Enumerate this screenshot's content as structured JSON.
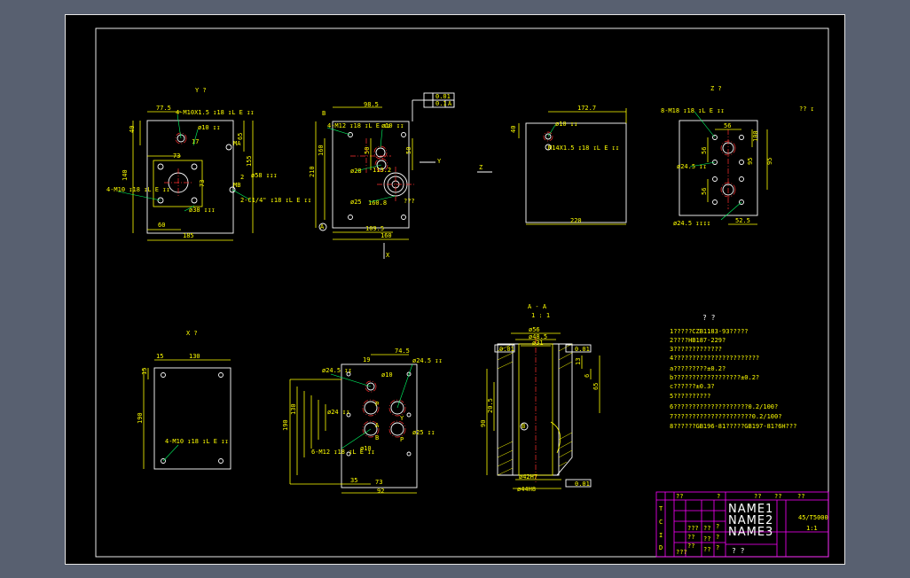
{
  "views": {
    "view_y_title": "Y ?",
    "view_z_title": "Z ?",
    "view_x_title": "X ?",
    "section_title": "A - A",
    "section_scale": "1 : 1",
    "view_y": {
      "dims": [
        "77.5",
        "40",
        "140",
        "73",
        "73",
        "60",
        "185",
        "65",
        "155",
        "17",
        "2"
      ],
      "notes": [
        "4-M10X1.5 ↧18 ↧L E ↧↧",
        "ø10 ↧↧",
        "4-M10 ↧18 ↧L E ↧↧",
        "ø38 ↧↧↧",
        "2-C1/4\" ↧18 ↧L E ↧↧",
        "ø58 ↧↧↧",
        "MA",
        "MB"
      ]
    },
    "view_front": {
      "dims": [
        "98.5",
        "210",
        "160",
        "50",
        "50",
        "109.5",
        "160",
        "113.2",
        "160.8"
      ],
      "notes": [
        "4-M12 ↧18 ↧L E ↧↧",
        "ø10 ↧↧",
        "ø28",
        "ø25",
        "???",
        "0.01",
        "0.1",
        "A",
        "X",
        "Y",
        "Z"
      ]
    },
    "view_z": {
      "dims": [
        "172.7",
        "40",
        "220"
      ],
      "notes": [
        "ø10 ↧↧",
        "M14X1.5 ↧18 ↧L E ↧↧"
      ]
    },
    "view_right": {
      "dims": [
        "56",
        "56",
        "56",
        "100",
        "95",
        "95",
        "52.5"
      ],
      "notes": [
        "8-M18 ↧18 ↧L E ↧↧",
        "ø24.5 ↧↧",
        "ø24.5 ↧↧↧↧",
        "?? ↧"
      ]
    },
    "view_x": {
      "dims": [
        "15",
        "130",
        "15",
        "190"
      ],
      "notes": [
        "4-M10 ↧18 ↧L E ↧↧"
      ]
    },
    "view_bottom_center": {
      "dims": [
        "74.5",
        "19",
        "190",
        "130",
        "35",
        "73",
        "92"
      ],
      "notes": [
        "ø24.5 ↧↧",
        "ø10",
        "ø24 ↧↧",
        "ø24.5 ↧↧",
        "ø25 ↧↧",
        "6-M12 ↧18 ↧L E ↧↧",
        "ø10"
      ]
    },
    "section": {
      "dims": [
        "ø56",
        "ø48.5",
        "ø31",
        "13",
        "6",
        "65",
        "20.5",
        "90"
      ],
      "notes": [
        "0.01",
        "0.01",
        "0.01",
        "ø42H7",
        "ø44H8"
      ]
    }
  },
  "notes": {
    "heading": "? ?",
    "lines": [
      "1?????CZB1183-93?????",
      "2????HB187-229?",
      "3?????????????",
      "4???????????????????????",
      "  a?????????±0.2?",
      "  b??????????????????±0.2?",
      "  c??????±0.3?",
      "5??????????",
      "6????????????????????0.2/100?",
      "7?????????????????????0.2/100?",
      "8??????GB196-81?????GB197-81?6H???"
    ]
  },
  "title_block": {
    "names": [
      "NAME1",
      "NAME2",
      "NAME3"
    ],
    "side_letters": [
      "T",
      "C",
      "I",
      "D"
    ],
    "cells": [
      "??",
      "?",
      "??",
      "??",
      "??",
      "???",
      "??",
      "??",
      "???",
      "??",
      "??",
      "??",
      "?",
      "?",
      "?"
    ],
    "scale": "1:1",
    "ratio": "45/T5000",
    "bottom_marks": "? ?"
  },
  "colors": {
    "background": "#586070",
    "sheet": "#000000",
    "dimension": "#ffff00",
    "outline": "#ffffff",
    "centerline": "#ff3030",
    "leader": "#00ff66",
    "title_block": "#ff00ff"
  }
}
